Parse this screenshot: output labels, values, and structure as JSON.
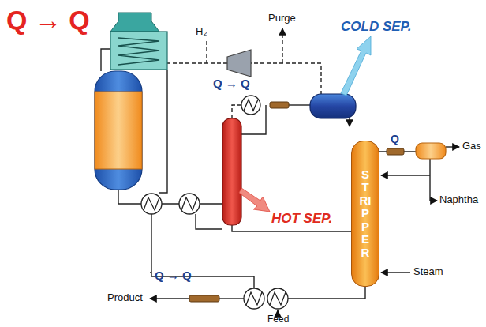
{
  "diagram": {
    "nodes": [
      {
        "text": [
          "STRIPPER"
        ]
      }
    ],
    "labels": [
      "Q → Q",
      "H₂",
      "Purge",
      "COLD SEP.",
      "Q → Q",
      "Q",
      "Gas",
      "Naphtha",
      "HOT SEP.",
      "Steam",
      "Q → Q",
      "Product",
      "Feed"
    ]
  }
}
